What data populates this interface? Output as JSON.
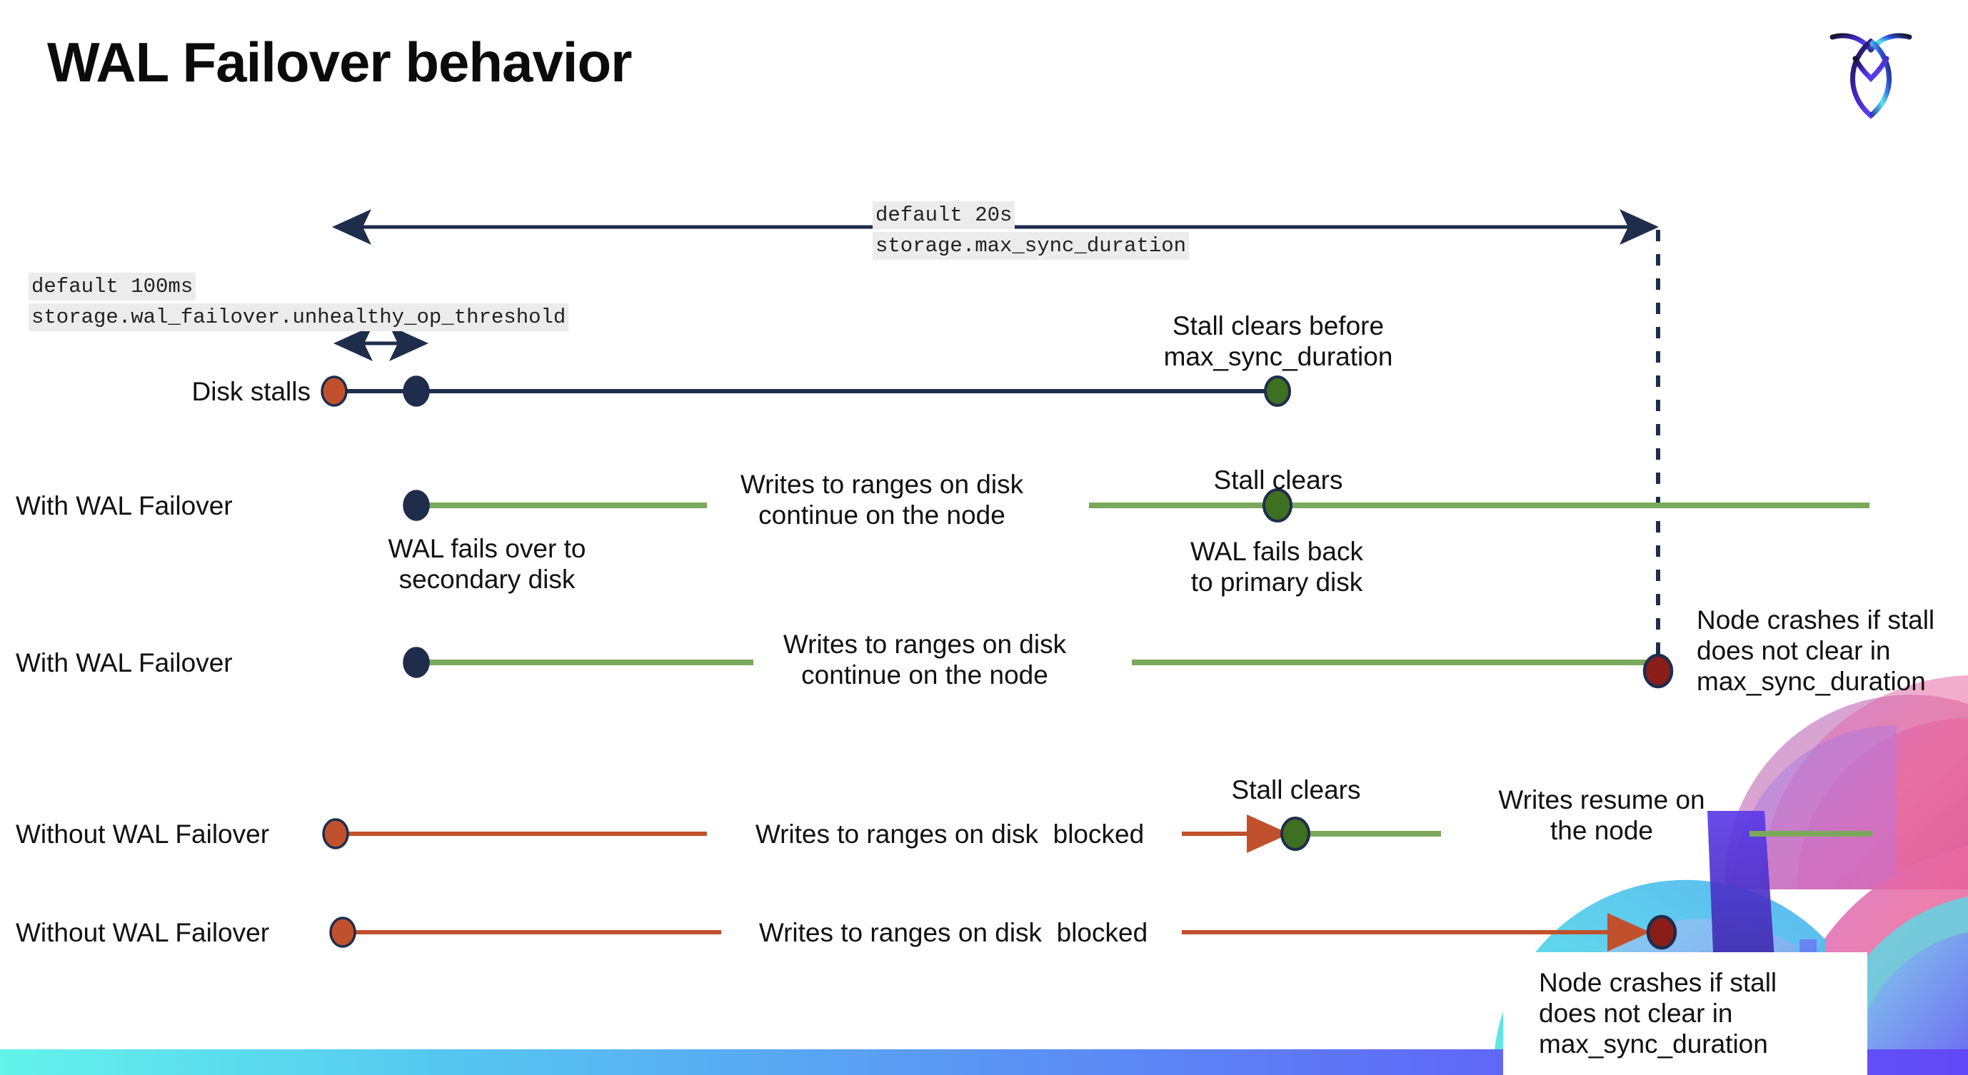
{
  "slide": {
    "title": "WAL Failover behavior",
    "logo_name": "cockroachdb-logo"
  },
  "settings": [
    {
      "id": "max-sync-duration",
      "default_line": "default 20s",
      "name_line": "storage.max_sync_duration"
    },
    {
      "id": "unhealthy-op-threshold",
      "default_line": "default 100ms",
      "name_line": "storage.wal_failover.unhealthy_op_threshold"
    }
  ],
  "rows": [
    {
      "id": "disk-stalls",
      "label": "Disk stalls",
      "annotations": [
        {
          "id": "stall-clears-before",
          "text": "Stall clears before\nmax_sync_duration"
        }
      ]
    },
    {
      "id": "with-wal-failover-recovers",
      "label": "With WAL Failover",
      "annotations": [
        {
          "id": "writes-continue",
          "text": "Writes to ranges on disk\ncontinue on the node"
        },
        {
          "id": "wal-fails-over",
          "text": "WAL fails over to\nsecondary disk"
        },
        {
          "id": "stall-clears",
          "text": "Stall clears"
        },
        {
          "id": "wal-fails-back",
          "text": "WAL fails  back\nto primary disk"
        }
      ]
    },
    {
      "id": "with-wal-failover-crashes",
      "label": "With WAL Failover",
      "annotations": [
        {
          "id": "writes-continue-2",
          "text": "Writes to ranges on disk\ncontinue on the node"
        },
        {
          "id": "node-crashes-1",
          "text": "Node crashes if stall\ndoes not clear in\nmax_sync_duration"
        }
      ]
    },
    {
      "id": "without-wal-failover-recovers",
      "label": "Without WAL Failover",
      "annotations": [
        {
          "id": "writes-blocked",
          "text": "Writes to ranges on disk  blocked"
        },
        {
          "id": "stall-clears-2",
          "text": "Stall clears"
        },
        {
          "id": "writes-resume",
          "text": "Writes resume on\nthe node"
        }
      ]
    },
    {
      "id": "without-wal-failover-crashes",
      "label": "Without WAL Failover",
      "annotations": [
        {
          "id": "writes-blocked-2",
          "text": "Writes to ranges on disk  blocked"
        },
        {
          "id": "node-crashes-2",
          "text": "Node crashes if stall\ndoes not clear in\nmax_sync_duration"
        }
      ]
    }
  ],
  "colors": {
    "navy": "#1f2d4d",
    "green_line": "#7aa85c",
    "green_dot": "#3d7020",
    "orange": "#c1512c",
    "dark_red": "#8b1d18",
    "code_bg": "#ececec",
    "bar_start": "#63f3ea",
    "bar_end": "#6248f6"
  },
  "legend": {
    "marker_stall_start": "orange-dot-marker",
    "marker_failover": "navy-dot-marker",
    "marker_stall_clear": "green-dot-marker",
    "marker_node_crash": "dark-red-dot-marker"
  }
}
